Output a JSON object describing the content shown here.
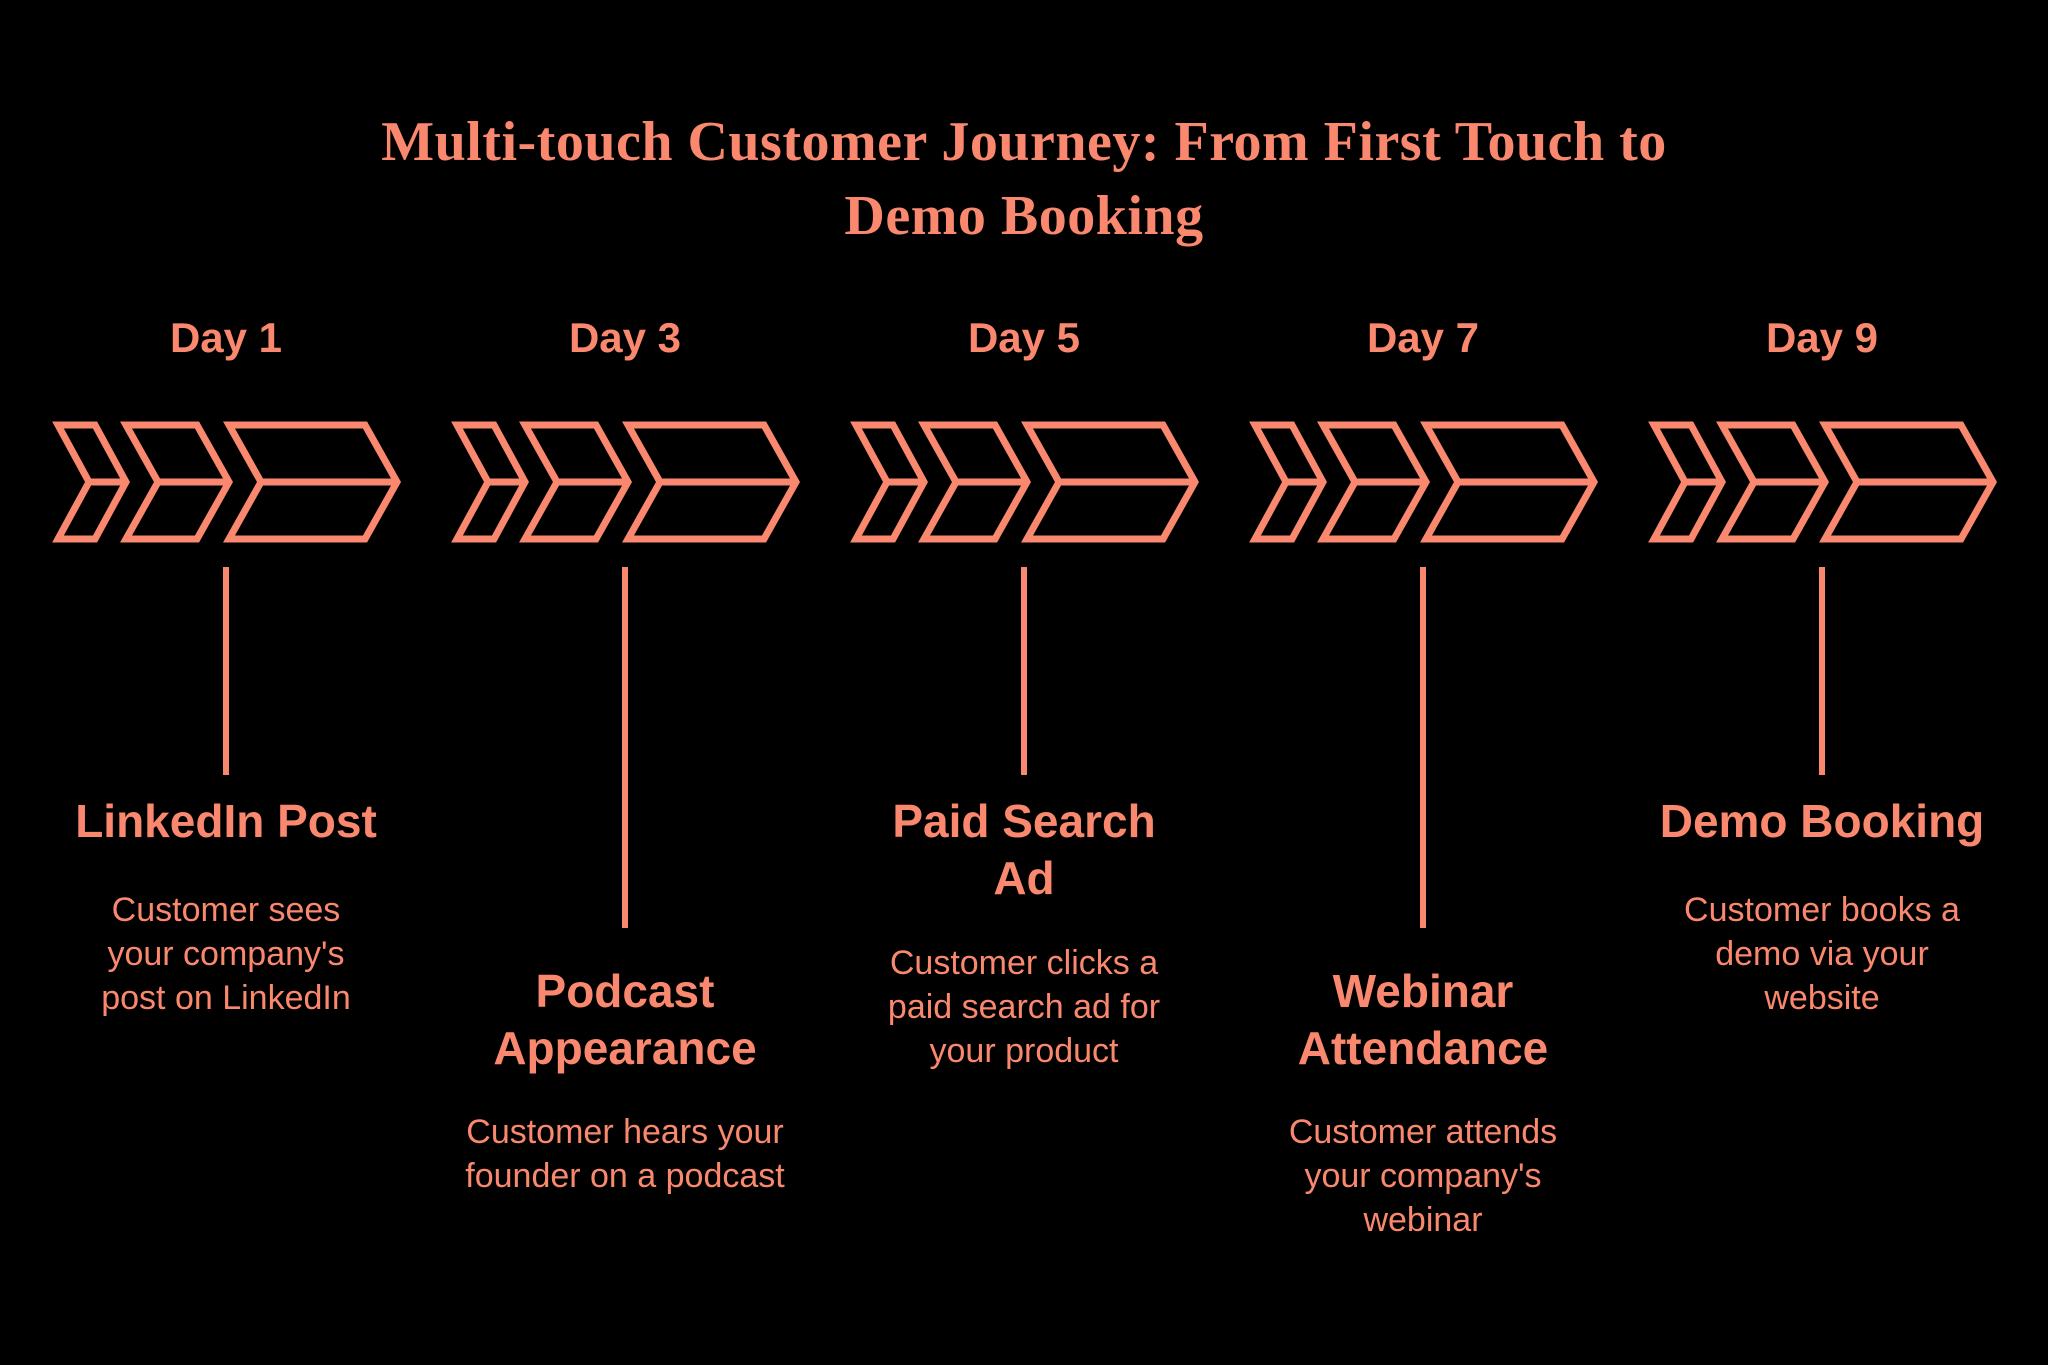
{
  "page": {
    "background_color": "#000000",
    "accent_color": "#F9886E"
  },
  "header": {
    "title": "Multi-touch Customer Journey: From First Touch to\nDemo Booking"
  },
  "stages": [
    {
      "day": "Day 1",
      "title": "LinkedIn Post",
      "description": "Customer sees\nyour company's\npost on LinkedIn",
      "icon": "triple-chevron-right-icon"
    },
    {
      "day": "Day 3",
      "title": "Podcast\nAppearance",
      "description": "Customer hears your\nfounder on a podcast",
      "icon": "triple-chevron-right-icon"
    },
    {
      "day": "Day 5",
      "title": "Paid Search\nAd",
      "description": "Customer clicks a\npaid search ad for\nyour product",
      "icon": "triple-chevron-right-icon"
    },
    {
      "day": "Day 7",
      "title": "Webinar\nAttendance",
      "description": "Customer attends\nyour company's\nwebinar",
      "icon": "triple-chevron-right-icon"
    },
    {
      "day": "Day 9",
      "title": "Demo Booking",
      "description": "Customer books a\ndemo via your\nwebsite",
      "icon": "triple-chevron-right-icon"
    }
  ]
}
